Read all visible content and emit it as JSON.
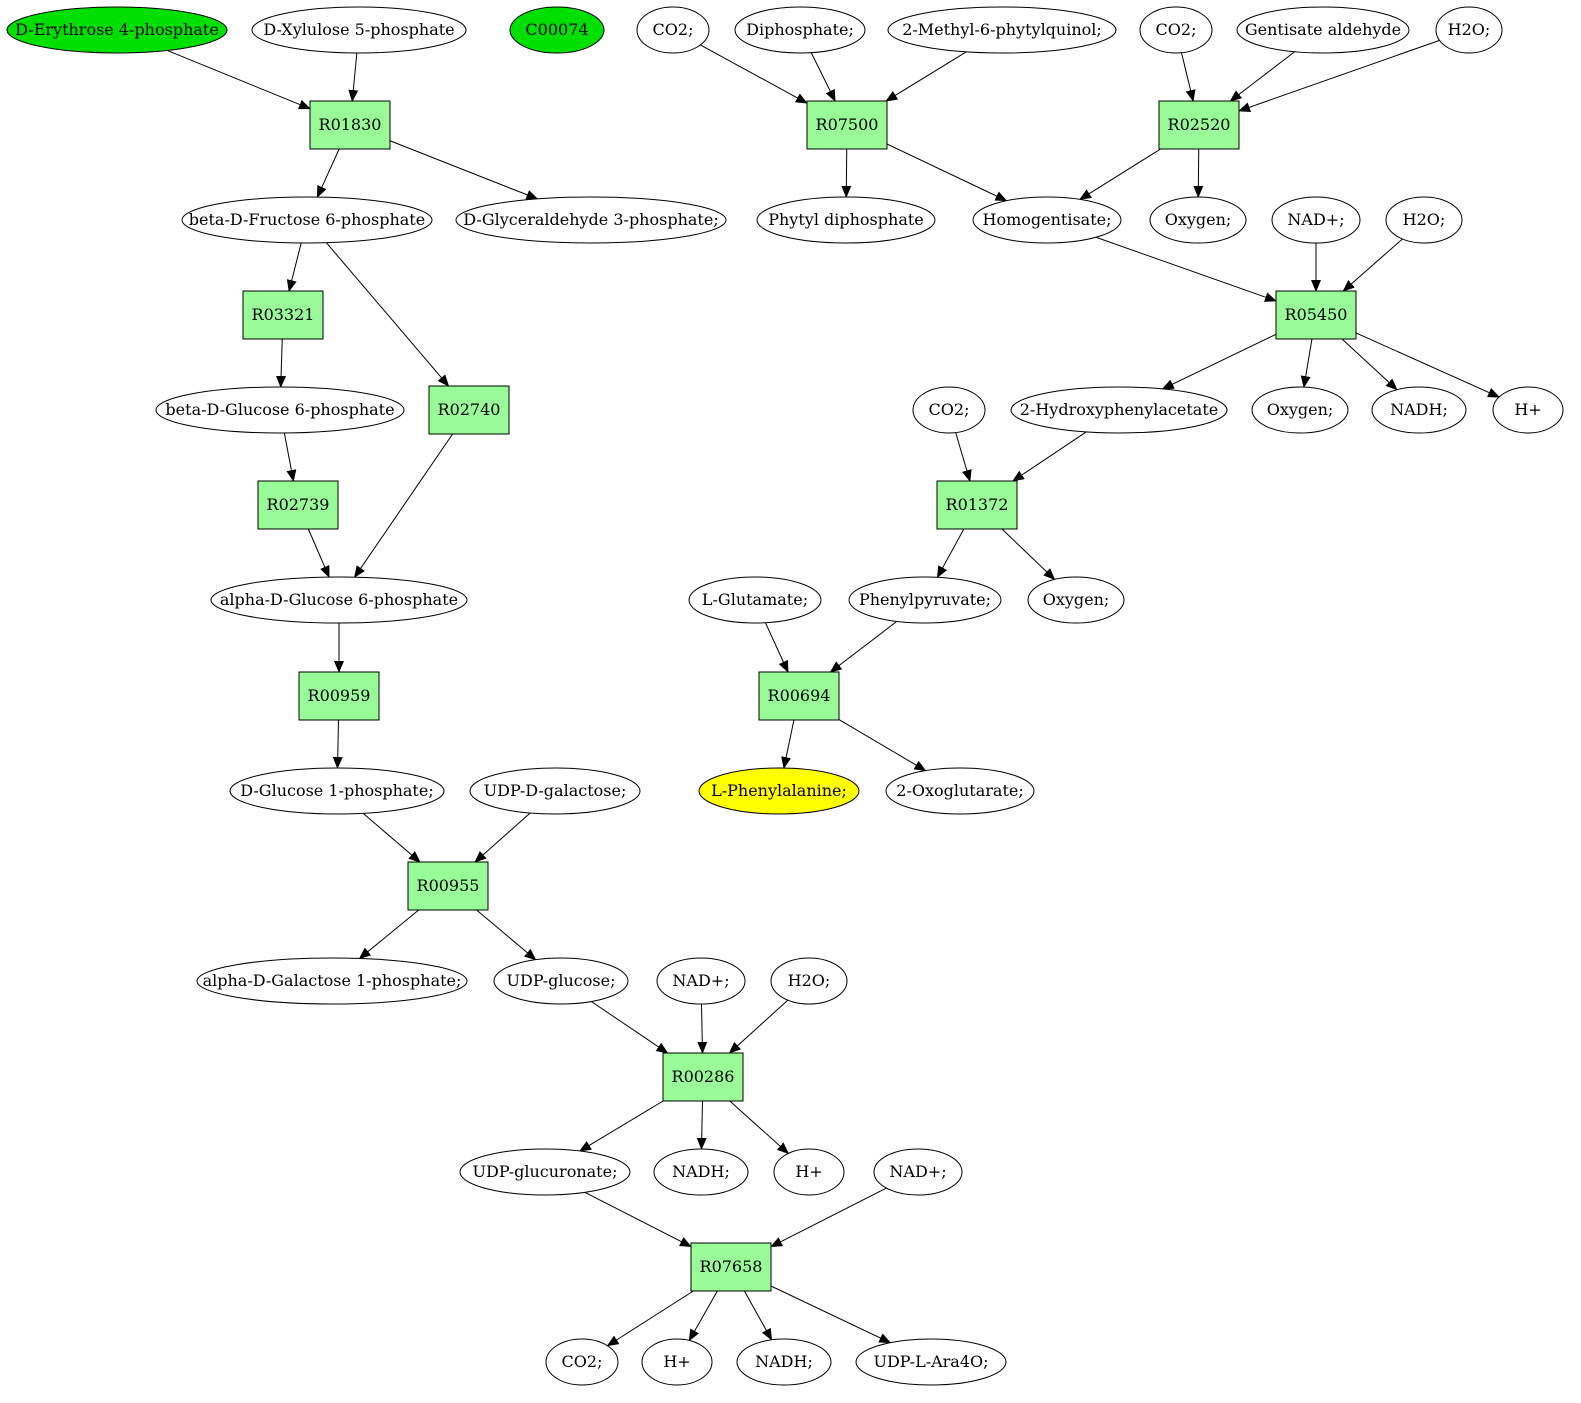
{
  "colors": {
    "reaction_fill": "#98fb98",
    "compound_fill": "#ffffff",
    "source_fill": "#00e000",
    "target_fill": "#ffff00"
  },
  "nodes": [
    {
      "id": "erythrose4p",
      "label": "D-Erythrose 4-phosphate",
      "kind": "compound",
      "fill": "source"
    },
    {
      "id": "xylulose5p",
      "label": "D-Xylulose 5-phosphate",
      "kind": "compound"
    },
    {
      "id": "c00074",
      "label": "C00074",
      "kind": "compound",
      "fill": "source"
    },
    {
      "id": "co2_a",
      "label": "CO2;",
      "kind": "compound"
    },
    {
      "id": "diphosphate",
      "label": "Diphosphate;",
      "kind": "compound"
    },
    {
      "id": "methylphytylquinol",
      "label": "2-Methyl-6-phytylquinol;",
      "kind": "compound"
    },
    {
      "id": "co2_b",
      "label": "CO2;",
      "kind": "compound"
    },
    {
      "id": "gentisatealdehyde",
      "label": "Gentisate aldehyde",
      "kind": "compound"
    },
    {
      "id": "h2o_a",
      "label": "H2O;",
      "kind": "compound"
    },
    {
      "id": "r01830",
      "label": "R01830",
      "kind": "reaction"
    },
    {
      "id": "r07500",
      "label": "R07500",
      "kind": "reaction"
    },
    {
      "id": "r02520",
      "label": "R02520",
      "kind": "reaction"
    },
    {
      "id": "fructose6p",
      "label": "beta-D-Fructose 6-phosphate",
      "kind": "compound"
    },
    {
      "id": "glyceraldehyde3p",
      "label": "D-Glyceraldehyde 3-phosphate;",
      "kind": "compound"
    },
    {
      "id": "phytyldiphosphate",
      "label": "Phytyl diphosphate",
      "kind": "compound"
    },
    {
      "id": "homogentisate",
      "label": "Homogentisate;",
      "kind": "compound"
    },
    {
      "id": "oxygen_a",
      "label": "Oxygen;",
      "kind": "compound"
    },
    {
      "id": "nadplus_a",
      "label": "NAD+;",
      "kind": "compound"
    },
    {
      "id": "h2o_b",
      "label": "H2O;",
      "kind": "compound"
    },
    {
      "id": "r03321",
      "label": "R03321",
      "kind": "reaction"
    },
    {
      "id": "r05450",
      "label": "R05450",
      "kind": "reaction"
    },
    {
      "id": "bglucose6p",
      "label": "beta-D-Glucose 6-phosphate",
      "kind": "compound"
    },
    {
      "id": "r02740",
      "label": "R02740",
      "kind": "reaction"
    },
    {
      "id": "co2_c",
      "label": "CO2;",
      "kind": "compound"
    },
    {
      "id": "hydroxyphenylacetate",
      "label": "2-Hydroxyphenylacetate",
      "kind": "compound"
    },
    {
      "id": "oxygen_b",
      "label": "Oxygen;",
      "kind": "compound"
    },
    {
      "id": "nadh_a",
      "label": "NADH;",
      "kind": "compound"
    },
    {
      "id": "hplus_a",
      "label": "H+",
      "kind": "compound"
    },
    {
      "id": "r02739",
      "label": "R02739",
      "kind": "reaction"
    },
    {
      "id": "r01372",
      "label": "R01372",
      "kind": "reaction"
    },
    {
      "id": "aglucose6p",
      "label": "alpha-D-Glucose 6-phosphate",
      "kind": "compound"
    },
    {
      "id": "glutamate",
      "label": "L-Glutamate;",
      "kind": "compound"
    },
    {
      "id": "phenylpyruvate",
      "label": "Phenylpyruvate;",
      "kind": "compound"
    },
    {
      "id": "oxygen_c",
      "label": "Oxygen;",
      "kind": "compound"
    },
    {
      "id": "r00959",
      "label": "R00959",
      "kind": "reaction"
    },
    {
      "id": "r00694",
      "label": "R00694",
      "kind": "reaction"
    },
    {
      "id": "glucose1p",
      "label": "D-Glucose 1-phosphate;",
      "kind": "compound"
    },
    {
      "id": "udpgalactose",
      "label": "UDP-D-galactose;",
      "kind": "compound"
    },
    {
      "id": "phenylalanine",
      "label": "L-Phenylalanine;",
      "kind": "compound",
      "fill": "target"
    },
    {
      "id": "oxoglutarate",
      "label": "2-Oxoglutarate;",
      "kind": "compound"
    },
    {
      "id": "r00955",
      "label": "R00955",
      "kind": "reaction"
    },
    {
      "id": "galactose1p",
      "label": "alpha-D-Galactose 1-phosphate;",
      "kind": "compound"
    },
    {
      "id": "udpglucose",
      "label": "UDP-glucose;",
      "kind": "compound"
    },
    {
      "id": "nadplus_b",
      "label": "NAD+;",
      "kind": "compound"
    },
    {
      "id": "h2o_c",
      "label": "H2O;",
      "kind": "compound"
    },
    {
      "id": "r00286",
      "label": "R00286",
      "kind": "reaction"
    },
    {
      "id": "udpglucuronate",
      "label": "UDP-glucuronate;",
      "kind": "compound"
    },
    {
      "id": "nadh_b",
      "label": "NADH;",
      "kind": "compound"
    },
    {
      "id": "hplus_b",
      "label": "H+",
      "kind": "compound"
    },
    {
      "id": "nadplus_c",
      "label": "NAD+;",
      "kind": "compound"
    },
    {
      "id": "r07658",
      "label": "R07658",
      "kind": "reaction"
    },
    {
      "id": "co2_d",
      "label": "CO2;",
      "kind": "compound"
    },
    {
      "id": "hplus_c",
      "label": "H+",
      "kind": "compound"
    },
    {
      "id": "nadh_c",
      "label": "NADH;",
      "kind": "compound"
    },
    {
      "id": "udparabinose",
      "label": "UDP-L-Ara4O;",
      "kind": "compound"
    }
  ],
  "edges": [
    [
      "erythrose4p",
      "r01830"
    ],
    [
      "xylulose5p",
      "r01830"
    ],
    [
      "r01830",
      "fructose6p"
    ],
    [
      "r01830",
      "glyceraldehyde3p"
    ],
    [
      "co2_a",
      "r07500"
    ],
    [
      "diphosphate",
      "r07500"
    ],
    [
      "methylphytylquinol",
      "r07500"
    ],
    [
      "r07500",
      "phytyldiphosphate"
    ],
    [
      "r07500",
      "homogentisate"
    ],
    [
      "co2_b",
      "r02520"
    ],
    [
      "gentisatealdehyde",
      "r02520"
    ],
    [
      "h2o_a",
      "r02520"
    ],
    [
      "r02520",
      "homogentisate"
    ],
    [
      "r02520",
      "oxygen_a"
    ],
    [
      "fructose6p",
      "r03321"
    ],
    [
      "fructose6p",
      "r02740"
    ],
    [
      "r03321",
      "bglucose6p"
    ],
    [
      "bglucose6p",
      "r02739"
    ],
    [
      "r02739",
      "aglucose6p"
    ],
    [
      "r02740",
      "aglucose6p"
    ],
    [
      "homogentisate",
      "r05450"
    ],
    [
      "nadplus_a",
      "r05450"
    ],
    [
      "h2o_b",
      "r05450"
    ],
    [
      "r05450",
      "hydroxyphenylacetate"
    ],
    [
      "r05450",
      "oxygen_b"
    ],
    [
      "r05450",
      "nadh_a"
    ],
    [
      "r05450",
      "hplus_a"
    ],
    [
      "co2_c",
      "r01372"
    ],
    [
      "hydroxyphenylacetate",
      "r01372"
    ],
    [
      "r01372",
      "phenylpyruvate"
    ],
    [
      "r01372",
      "oxygen_c"
    ],
    [
      "glutamate",
      "r00694"
    ],
    [
      "phenylpyruvate",
      "r00694"
    ],
    [
      "r00694",
      "phenylalanine"
    ],
    [
      "r00694",
      "oxoglutarate"
    ],
    [
      "aglucose6p",
      "r00959"
    ],
    [
      "r00959",
      "glucose1p"
    ],
    [
      "glucose1p",
      "r00955"
    ],
    [
      "udpgalactose",
      "r00955"
    ],
    [
      "r00955",
      "galactose1p"
    ],
    [
      "r00955",
      "udpglucose"
    ],
    [
      "udpglucose",
      "r00286"
    ],
    [
      "nadplus_b",
      "r00286"
    ],
    [
      "h2o_c",
      "r00286"
    ],
    [
      "r00286",
      "udpglucuronate"
    ],
    [
      "r00286",
      "nadh_b"
    ],
    [
      "r00286",
      "hplus_b"
    ],
    [
      "udpglucuronate",
      "r07658"
    ],
    [
      "nadplus_c",
      "r07658"
    ],
    [
      "r07658",
      "co2_d"
    ],
    [
      "r07658",
      "hplus_c"
    ],
    [
      "r07658",
      "nadh_c"
    ],
    [
      "r07658",
      "udparabinose"
    ]
  ]
}
